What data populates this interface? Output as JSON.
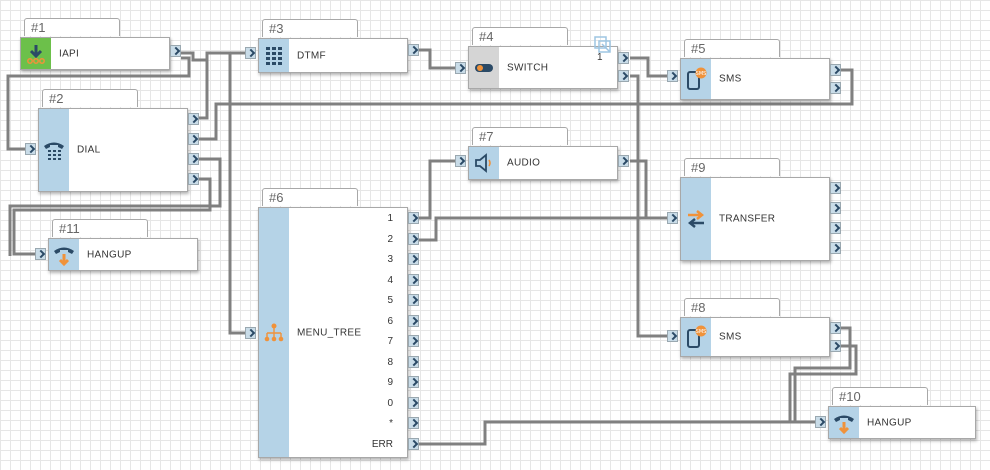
{
  "nodes": {
    "n1": {
      "id": "#1",
      "label": "IAPI",
      "icon": "download-icon"
    },
    "n2": {
      "id": "#2",
      "label": "DIAL",
      "icon": "telephone-keypad-icon"
    },
    "n3": {
      "id": "#3",
      "label": "DTMF",
      "icon": "dialpad-icon"
    },
    "n4": {
      "id": "#4",
      "label": "SWITCH",
      "icon": "toggle-switch-icon",
      "count": "1"
    },
    "n5": {
      "id": "#5",
      "label": "SMS",
      "icon": "sms-phone-icon"
    },
    "n6": {
      "id": "#6",
      "label": "MENU_TREE",
      "icon": "hierarchy-icon",
      "outputs": [
        "1",
        "2",
        "3",
        "4",
        "5",
        "6",
        "7",
        "8",
        "9",
        "0",
        "*",
        "ERR"
      ]
    },
    "n7": {
      "id": "#7",
      "label": "AUDIO",
      "icon": "speaker-icon"
    },
    "n8": {
      "id": "#8",
      "label": "SMS",
      "icon": "sms-phone-icon"
    },
    "n9": {
      "id": "#9",
      "label": "TRANSFER",
      "icon": "transfer-arrows-icon"
    },
    "n10": {
      "id": "#10",
      "label": "HANGUP",
      "icon": "hangup-phone-icon"
    },
    "n11": {
      "id": "#11",
      "label": "HANGUP",
      "icon": "hangup-phone-icon"
    }
  },
  "colors": {
    "wire": "#808080",
    "strip": "#b5d3e7",
    "start_strip": "#6cc04a",
    "switch_strip": "#d5d5d5",
    "icon_dark": "#2b4a66",
    "icon_orange": "#f0923a"
  }
}
